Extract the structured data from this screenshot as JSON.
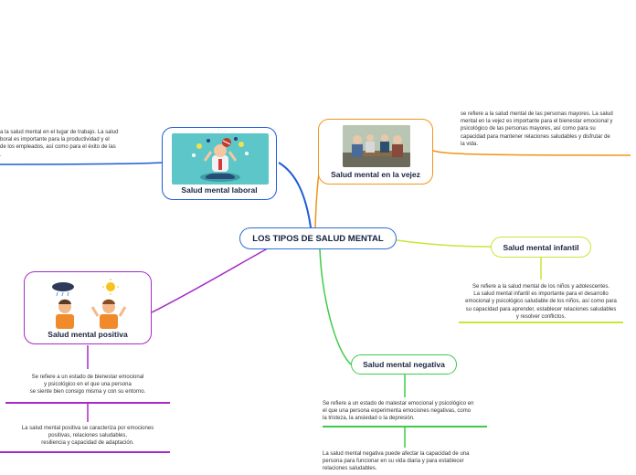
{
  "central": {
    "title": "LOS TIPOS DE SALUD MENTAL"
  },
  "nodes": {
    "laboral": {
      "title": "Salud mental laboral",
      "color": "#1e5bd8"
    },
    "vejez": {
      "title": "Salud mental en la vejez",
      "color": "#f0951a"
    },
    "infantil": {
      "title": "Salud mental infantil",
      "color": "#c8e63a"
    },
    "positiva": {
      "title": "Salud mental positiva",
      "color": "#a62bc7"
    },
    "negativa": {
      "title": "Salud mental negativa",
      "color": "#3ecb4a"
    }
  },
  "notes": {
    "laboral": [
      "a la salud mental en el lugar de trabajo. La salud",
      "boral es importante para la productividad y el",
      "de los empleados, así como para el éxito de las",
      "."
    ],
    "vejez": [
      "se refiere a la salud mental de las personas mayores. La salud",
      "mental en la vejez es importante para el bienestar emocional y",
      "psicológico de las personas mayores, así como para su",
      "capacidad para mantener relaciones saludables y disfrutar de",
      "la vida."
    ],
    "infantil": [
      "Se refiere a la salud mental de los niños y adolescentes.",
      "La salud mental infantil es importante para el desarrollo",
      "emocional y psicológico saludable de los niños, así como para",
      "su capacidad para aprender, establecer relaciones saludables",
      "y resolver conflictos."
    ],
    "positiva_1": [
      "Se refiere a un estado de bienestar emocional",
      "y psicológico en el que una persona",
      "se siente bien consigo misma y con su entorno."
    ],
    "positiva_2": [
      "La salud mental positiva se caracteriza por emociones",
      "positivas, relaciones saludables,",
      "resiliencia y capacidad de adaptación."
    ],
    "negativa_1": [
      "Se refiere a un estado de malestar emocional y psicológico en",
      "el que una persona experimenta emociones negativas, como",
      "la tristeza, la ansiedad o la depresión."
    ],
    "negativa_2": [
      "La salud mental negativa puede afectar la capacidad de una",
      "persona para funcionar en su vida diaria y para establecer",
      "relaciones saludables."
    ]
  }
}
